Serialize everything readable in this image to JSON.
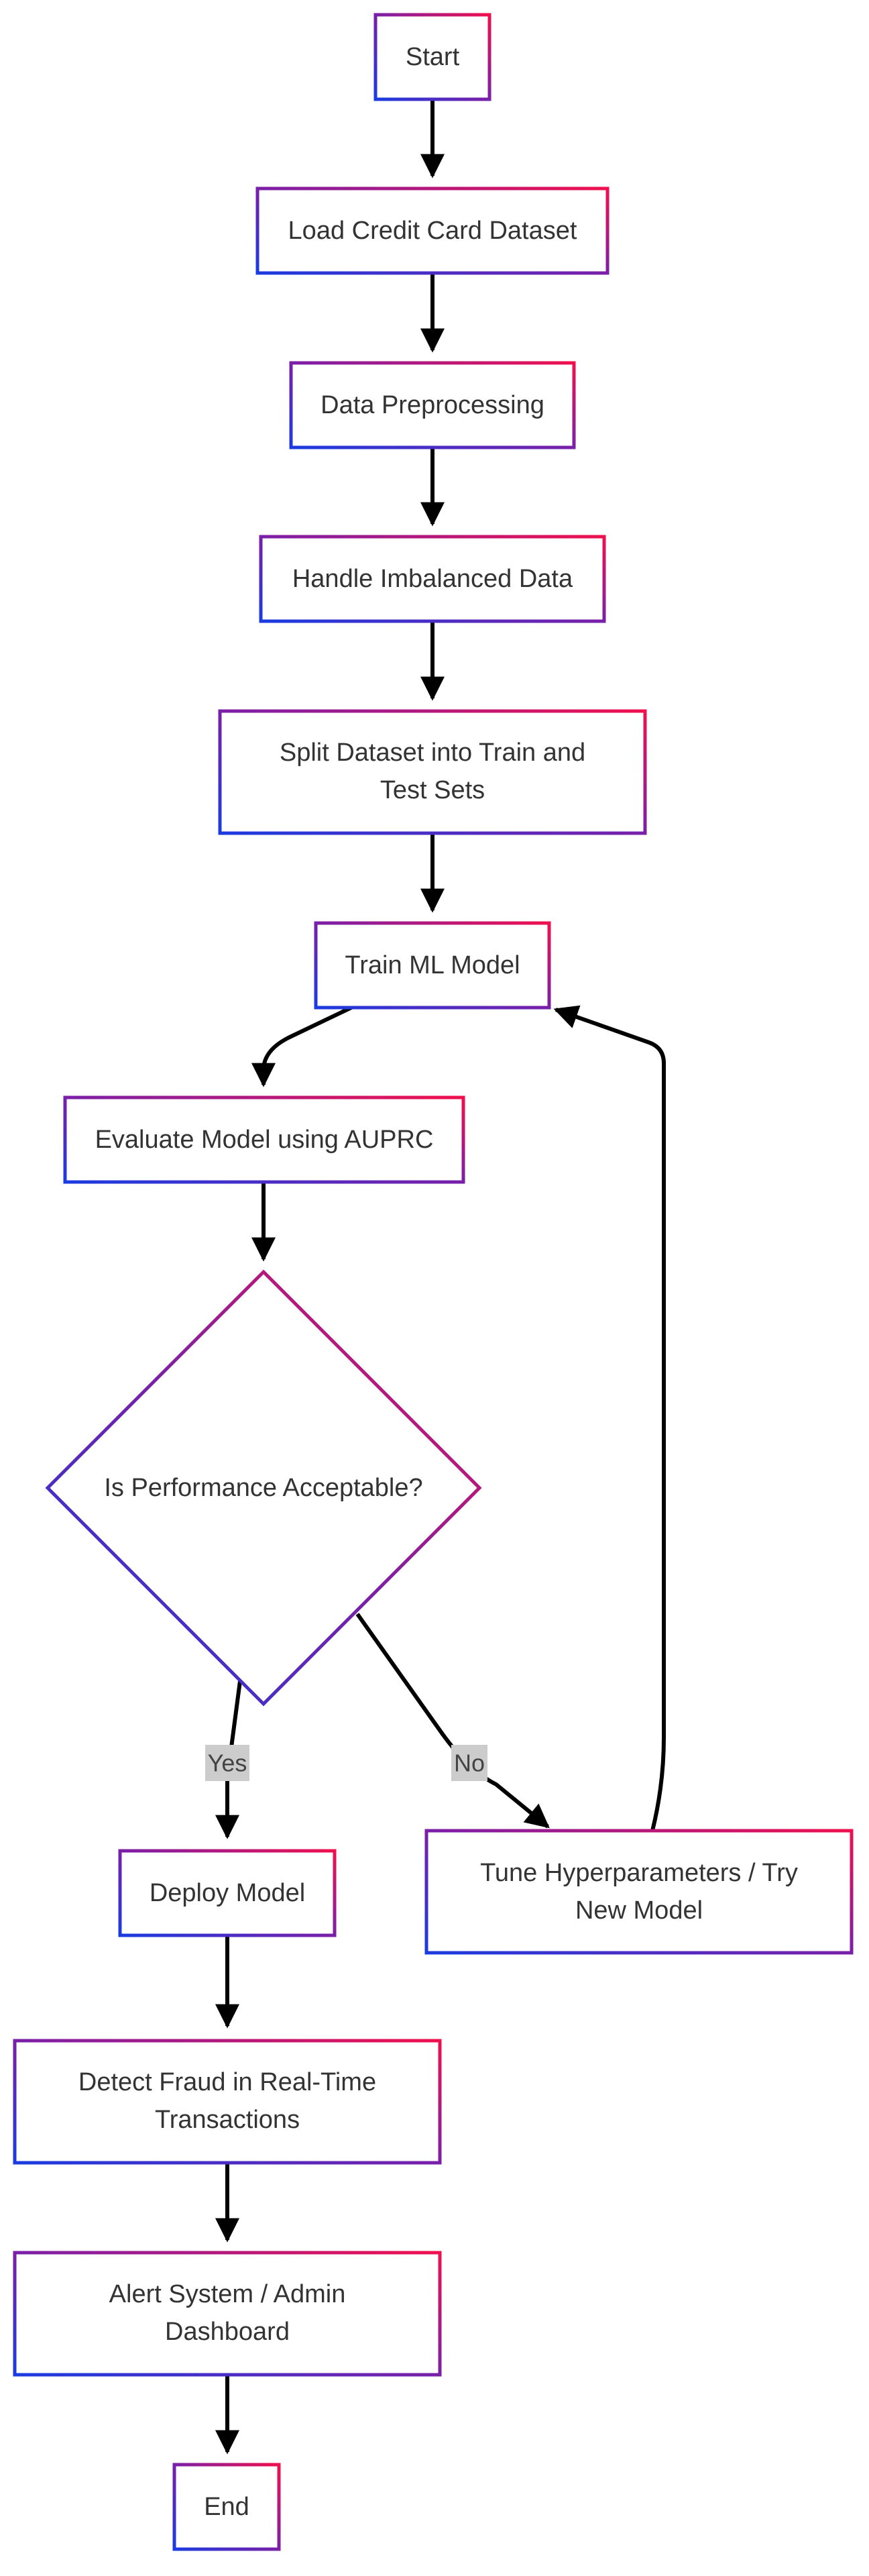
{
  "nodes": {
    "start": "Start",
    "load": "Load Credit Card Dataset",
    "preprocess": "Data Preprocessing",
    "imbalance": "Handle Imbalanced Data",
    "split": [
      "Split Dataset into Train and",
      "Test Sets"
    ],
    "train": "Train ML Model",
    "evaluate": "Evaluate Model using AUPRC",
    "decision": "Is Performance Acceptable?",
    "deploy": "Deploy Model",
    "tune": [
      "Tune Hyperparameters / Try",
      "New Model"
    ],
    "detect": [
      "Detect Fraud in Real-Time",
      "Transactions"
    ],
    "alert": [
      "Alert System / Admin",
      "Dashboard"
    ],
    "end": "End"
  },
  "edge_labels": {
    "yes": "Yes",
    "no": "No"
  },
  "colors": {
    "gradient_start": "#1a3be0",
    "gradient_end": "#f0104e",
    "edge": "#000000",
    "label_background": "#cccccc",
    "text": "#333333"
  }
}
